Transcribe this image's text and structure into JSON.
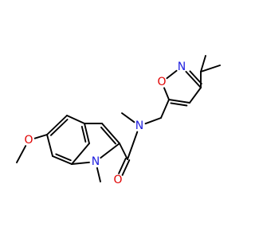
{
  "molecule": {
    "atoms": [
      {
        "id": "o-methoxy",
        "text": "O",
        "color": "#e00000"
      },
      {
        "id": "n-indole",
        "text": "N",
        "color": "#2020e0"
      },
      {
        "id": "o-carbonyl",
        "text": "O",
        "color": "#e00000"
      },
      {
        "id": "n-amide",
        "text": "N",
        "color": "#2020e0"
      },
      {
        "id": "o-isoxazole",
        "text": "O",
        "color": "#e00000"
      },
      {
        "id": "n-isoxazole",
        "text": "N",
        "color": "#2020e0"
      }
    ]
  }
}
